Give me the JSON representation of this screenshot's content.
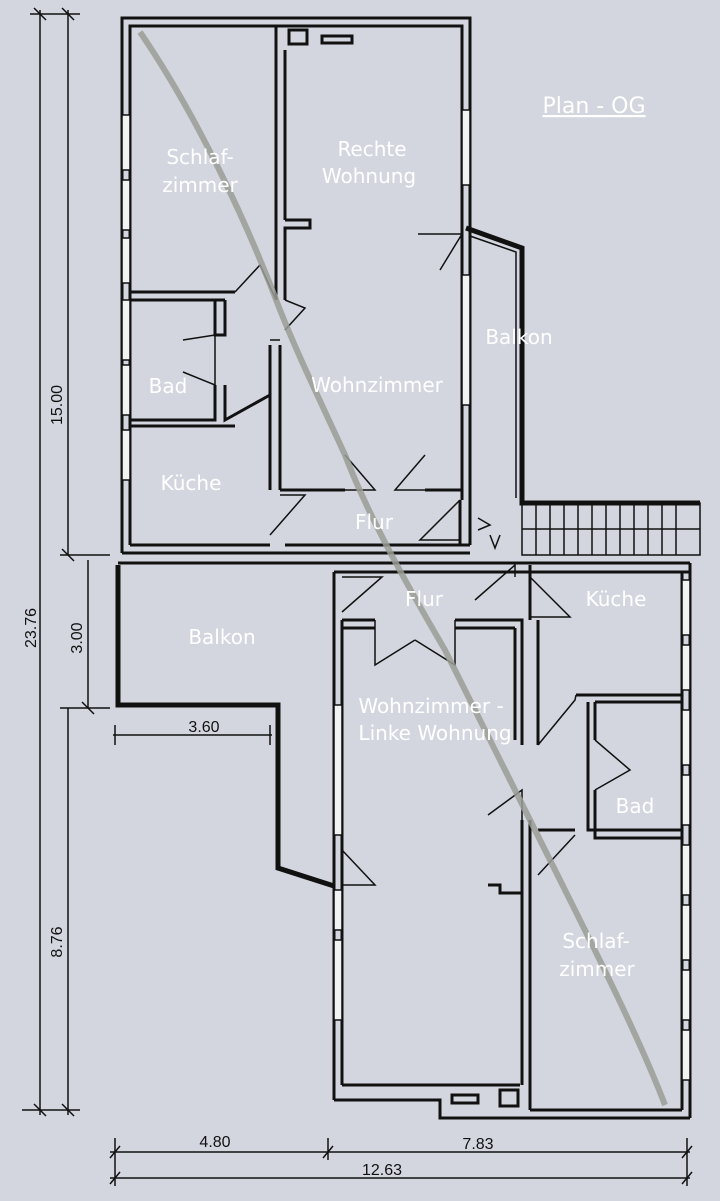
{
  "title": "Plan - OG",
  "rooms": {
    "right_schlaf_line1": "Schlaf-",
    "right_schlaf_line2": "zimmer",
    "right_wohnung_line1": "Rechte",
    "right_wohnung_line2": "Wohnung",
    "right_balkon": "Balkon",
    "right_bad": "Bad",
    "right_wohnzimmer": "Wohnzimmer",
    "right_kueche": "Küche",
    "right_flur": "Flur",
    "left_flur": "Flur",
    "left_kueche": "Küche",
    "left_balkon": "Balkon",
    "left_wohnzimmer_line1": "Wohnzimmer -",
    "left_wohnzimmer_line2": "Linke Wohnung",
    "left_bad": "Bad",
    "left_schlaf_line1": "Schlaf-",
    "left_schlaf_line2": "zimmer"
  },
  "dimensions": {
    "total_height": "23.76",
    "upper_height": "15.00",
    "balcony_height": "3.00",
    "lower_height": "8.76",
    "balcony_width": "3.60",
    "bottom_left": "4.80",
    "bottom_right": "7.83",
    "total_width": "12.63"
  }
}
